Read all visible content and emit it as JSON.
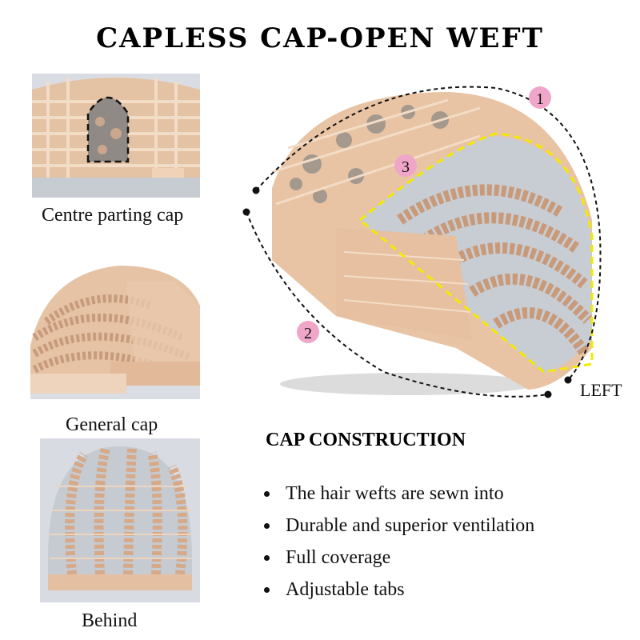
{
  "title": "CAPLESS CAP-OPEN WEFT",
  "left_panel": {
    "captions": [
      "Centre parting cap",
      "General cap",
      "Behind"
    ]
  },
  "diagram": {
    "markers": [
      "1",
      "2",
      "3"
    ],
    "side_label": "LEFT",
    "accent_colors": {
      "marker_fill": "#f0a6c8",
      "highlight": "#f2ea00",
      "cap_color": "#e6bea0",
      "fiber": "#c9ccd2"
    }
  },
  "construction": {
    "heading": "CAP CONSTRUCTION",
    "features": [
      "The hair wefts are sewn into",
      "Durable and superior ventilation",
      "Full coverage",
      "Adjustable tabs"
    ]
  }
}
